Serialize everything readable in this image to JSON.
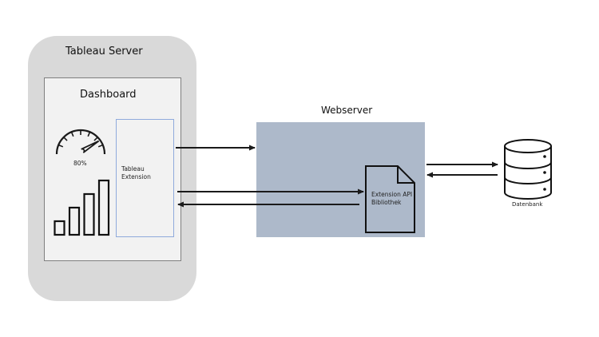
{
  "diagram": {
    "tableau_server": {
      "title": "Tableau Server"
    },
    "dashboard": {
      "title": "Dashboard",
      "gauge": {
        "value_label": "80%",
        "value_percent": 80
      },
      "bar_icon": {
        "relative_values": [
          1,
          2,
          3,
          4
        ]
      },
      "extension": {
        "label_line1": "Tableau",
        "label_line2": "Extension"
      }
    },
    "webserver": {
      "title": "Webserver",
      "document": {
        "label_line1": "Extension API",
        "label_line2": "Bibliothek"
      }
    },
    "database": {
      "label": "Datenbank"
    },
    "connections": [
      {
        "from": "Tableau Extension",
        "to": "Webserver",
        "direction": "forward"
      },
      {
        "from": "Tableau Extension",
        "to": "Extension API Bibliothek",
        "direction": "forward"
      },
      {
        "from": "Extension API Bibliothek",
        "to": "Tableau Extension",
        "direction": "forward"
      },
      {
        "from": "Webserver",
        "to": "Datenbank",
        "direction": "forward"
      },
      {
        "from": "Datenbank",
        "to": "Webserver",
        "direction": "forward"
      }
    ],
    "colors": {
      "server_fill": "#d9d9d9",
      "dashboard_fill": "#f2f2f2",
      "extension_border": "#8faadc",
      "webserver_fill": "#adb9ca",
      "stroke": "#1a1a1a"
    }
  }
}
